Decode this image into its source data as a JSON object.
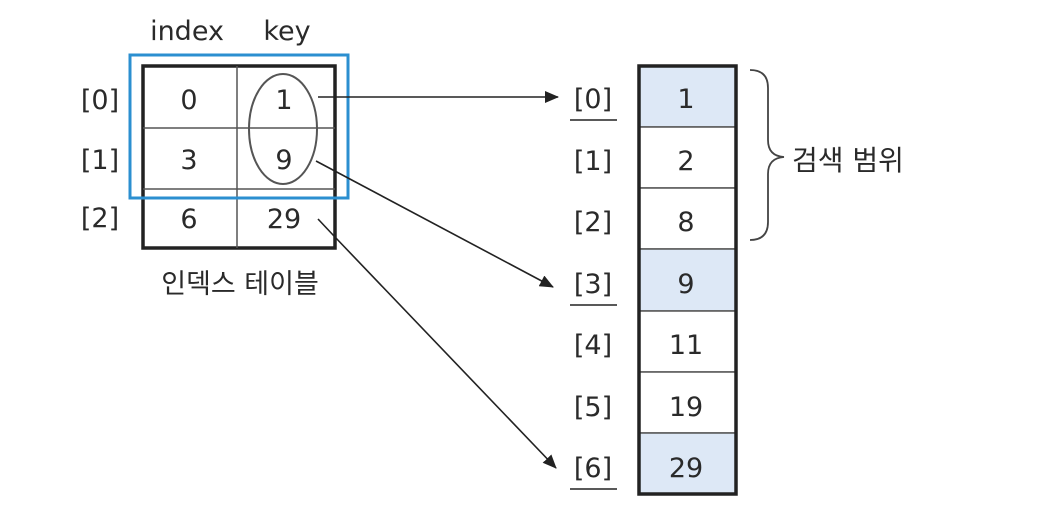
{
  "index_table": {
    "header_index": "index",
    "header_key": "key",
    "caption": "인덱스 테이블",
    "rows": [
      {
        "label": "[0]",
        "index": "0",
        "key": "1"
      },
      {
        "label": "[1]",
        "index": "3",
        "key": "9"
      },
      {
        "label": "[2]",
        "index": "6",
        "key": "29"
      }
    ]
  },
  "data_array": {
    "rows": [
      {
        "label": "[0]",
        "value": "1",
        "highlighted": true
      },
      {
        "label": "[1]",
        "value": "2",
        "highlighted": false
      },
      {
        "label": "[2]",
        "value": "8",
        "highlighted": false
      },
      {
        "label": "[3]",
        "value": "9",
        "highlighted": true
      },
      {
        "label": "[4]",
        "value": "11",
        "highlighted": false
      },
      {
        "label": "[5]",
        "value": "19",
        "highlighted": false
      },
      {
        "label": "[6]",
        "value": "29",
        "highlighted": true
      }
    ]
  },
  "search_range_label": "검색 범위",
  "colors": {
    "highlight_fill": "#dde8f6",
    "selection_border": "#2b8fd0",
    "line": "#222222"
  }
}
